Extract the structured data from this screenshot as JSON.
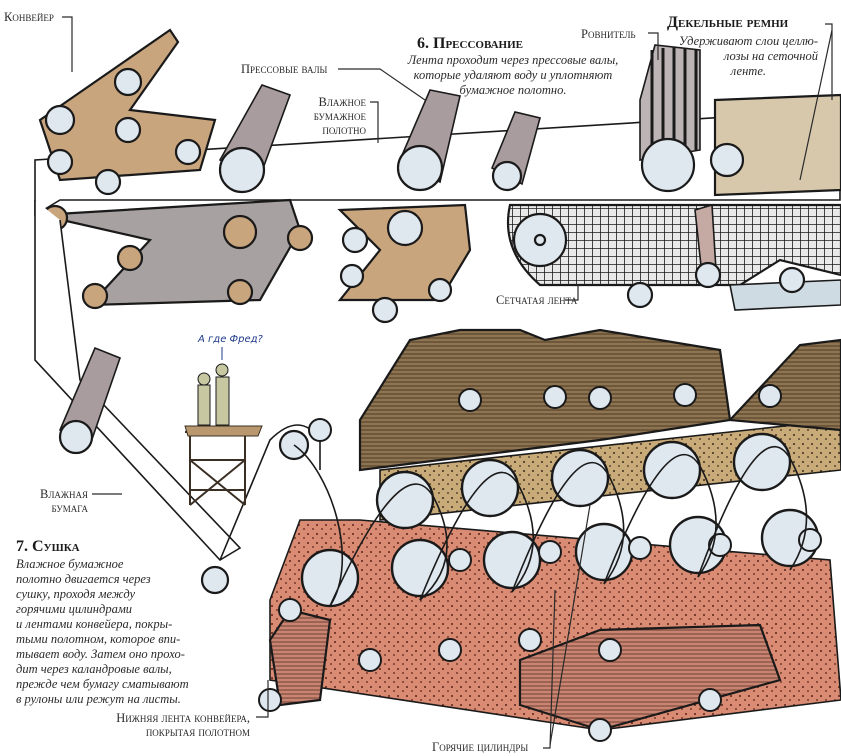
{
  "labels": {
    "conveyor": "Конвейер",
    "press_rolls": "Прессовые валы",
    "wet_web_line1": "Влажное",
    "wet_web_line2": "бумажное",
    "wet_web_line3": "полотно",
    "dandy_roll": "Ровнитель",
    "wire_mesh": "Сетчатая лента",
    "wet_paper_line1": "Влажная",
    "wet_paper_line2": "бумага",
    "felt_line1": "Нижняя лента конвейера,",
    "felt_line2": "покрытая полотном",
    "hot_cylinders": "Горячие цилиндры"
  },
  "section6": {
    "title": "6. Прессование",
    "text_line1": "Лента проходит через прессовые валы,",
    "text_line2": "которые удаляют воду и уплотняют",
    "text_line3": "бумажное полотно."
  },
  "deckle": {
    "title": "Декельные ремни",
    "text_line1": "Удерживают слои целлю-",
    "text_line2": "лозы на сеточной",
    "text_line3": "ленте."
  },
  "section7": {
    "title": "7. Сушка",
    "lines": [
      "Влажное бумажное",
      "полотно двигается через",
      "сушку, проходя между",
      "горячими цилиндрами",
      "и лентами конвейера, покры-",
      "тыми полотном, которое впи-",
      "тывает воду. Затем оно прохо-",
      "дит через каландровые валы,",
      "прежде чем бумагу сматывают",
      "в рулоны или режут на листы."
    ]
  },
  "speech_bubble": "А где Фред?",
  "colors": {
    "felt_tan": "#c9a57e",
    "felt_grey": "#a8a1a1",
    "roller_face": "#dfe7ef",
    "roller_body": "#a99c9e",
    "dryer_felt_brown": "#8f7451",
    "dryer_felt_sand": "#c8ab79",
    "dryer_felt_red": "#d98b73",
    "deckle_beige": "#d7c8ac",
    "tray_blue": "#cfdbe3"
  }
}
